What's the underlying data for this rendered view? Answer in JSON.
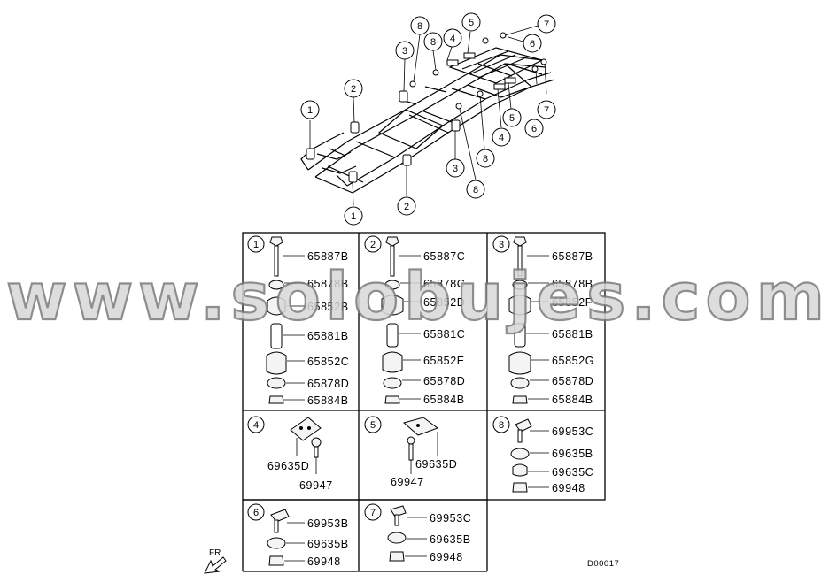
{
  "callouts": {
    "c1a": "1",
    "c1b": "1",
    "c2a": "2",
    "c2b": "2",
    "c3a": "3",
    "c3b": "3",
    "c4a": "4",
    "c4b": "4",
    "c5a": "5",
    "c5b": "5",
    "c6a": "6",
    "c6b": "6",
    "c7a": "7",
    "c7b": "7",
    "c8a": "8",
    "c8b": "8",
    "c8c": "8",
    "c8d": "8"
  },
  "groups": [
    {
      "id": "1",
      "parts": [
        "65887B",
        "65878B",
        "65852B",
        "65881B",
        "65852C",
        "65878D",
        "65884B"
      ]
    },
    {
      "id": "2",
      "parts": [
        "65887C",
        "65878C",
        "65852D",
        "65881C",
        "65852E",
        "65878D",
        "65884B"
      ]
    },
    {
      "id": "3",
      "parts": [
        "65887B",
        "65878B",
        "65852F",
        "65881B",
        "65852G",
        "65878D",
        "65884B"
      ]
    },
    {
      "id": "4",
      "parts": [
        "69635D",
        "69947"
      ]
    },
    {
      "id": "5",
      "parts": [
        "69635D",
        "69947"
      ]
    },
    {
      "id": "8",
      "parts": [
        "69953C",
        "69635B",
        "69635C",
        "69948"
      ]
    },
    {
      "id": "6",
      "parts": [
        "69953B",
        "69635B",
        "69948"
      ]
    },
    {
      "id": "7",
      "parts": [
        "69953C",
        "69635B",
        "69948"
      ]
    }
  ],
  "watermark": "www.solobujes.com",
  "direction_label": "FR",
  "diagram_code": "D00017"
}
